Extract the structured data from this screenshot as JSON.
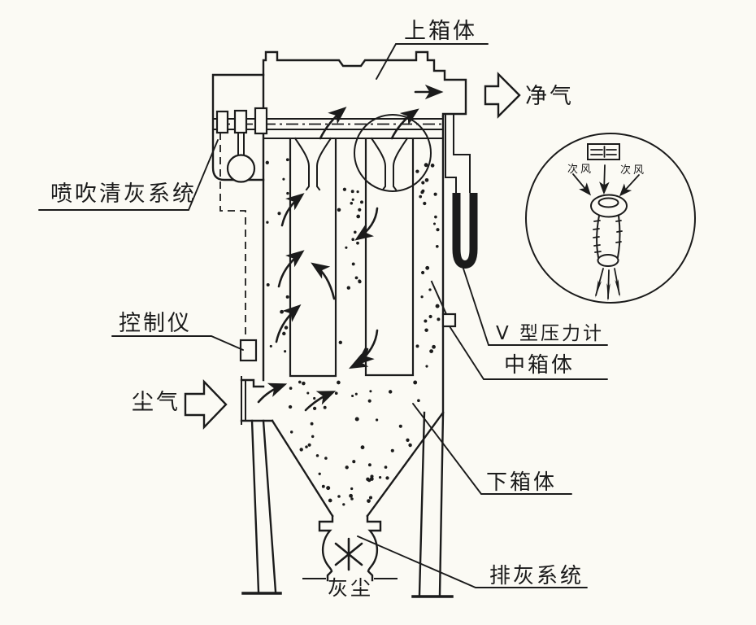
{
  "labels": {
    "upper_box": "上箱体",
    "clean_gas": "净气",
    "pulse_cleaning_system": "喷吹清灰系统",
    "controller": "控制仪",
    "dusty_gas": "尘气",
    "v_pressure_gauge": "V 型压力计",
    "middle_box": "中箱体",
    "lower_box": "下箱体",
    "ash_discharge_system": "排灰系统",
    "dust": "灰尘",
    "secondary_air_left": "次风",
    "secondary_air_right": "次风"
  },
  "colors": {
    "ink": "#1b1b1b",
    "background": "#fbfaf4"
  }
}
